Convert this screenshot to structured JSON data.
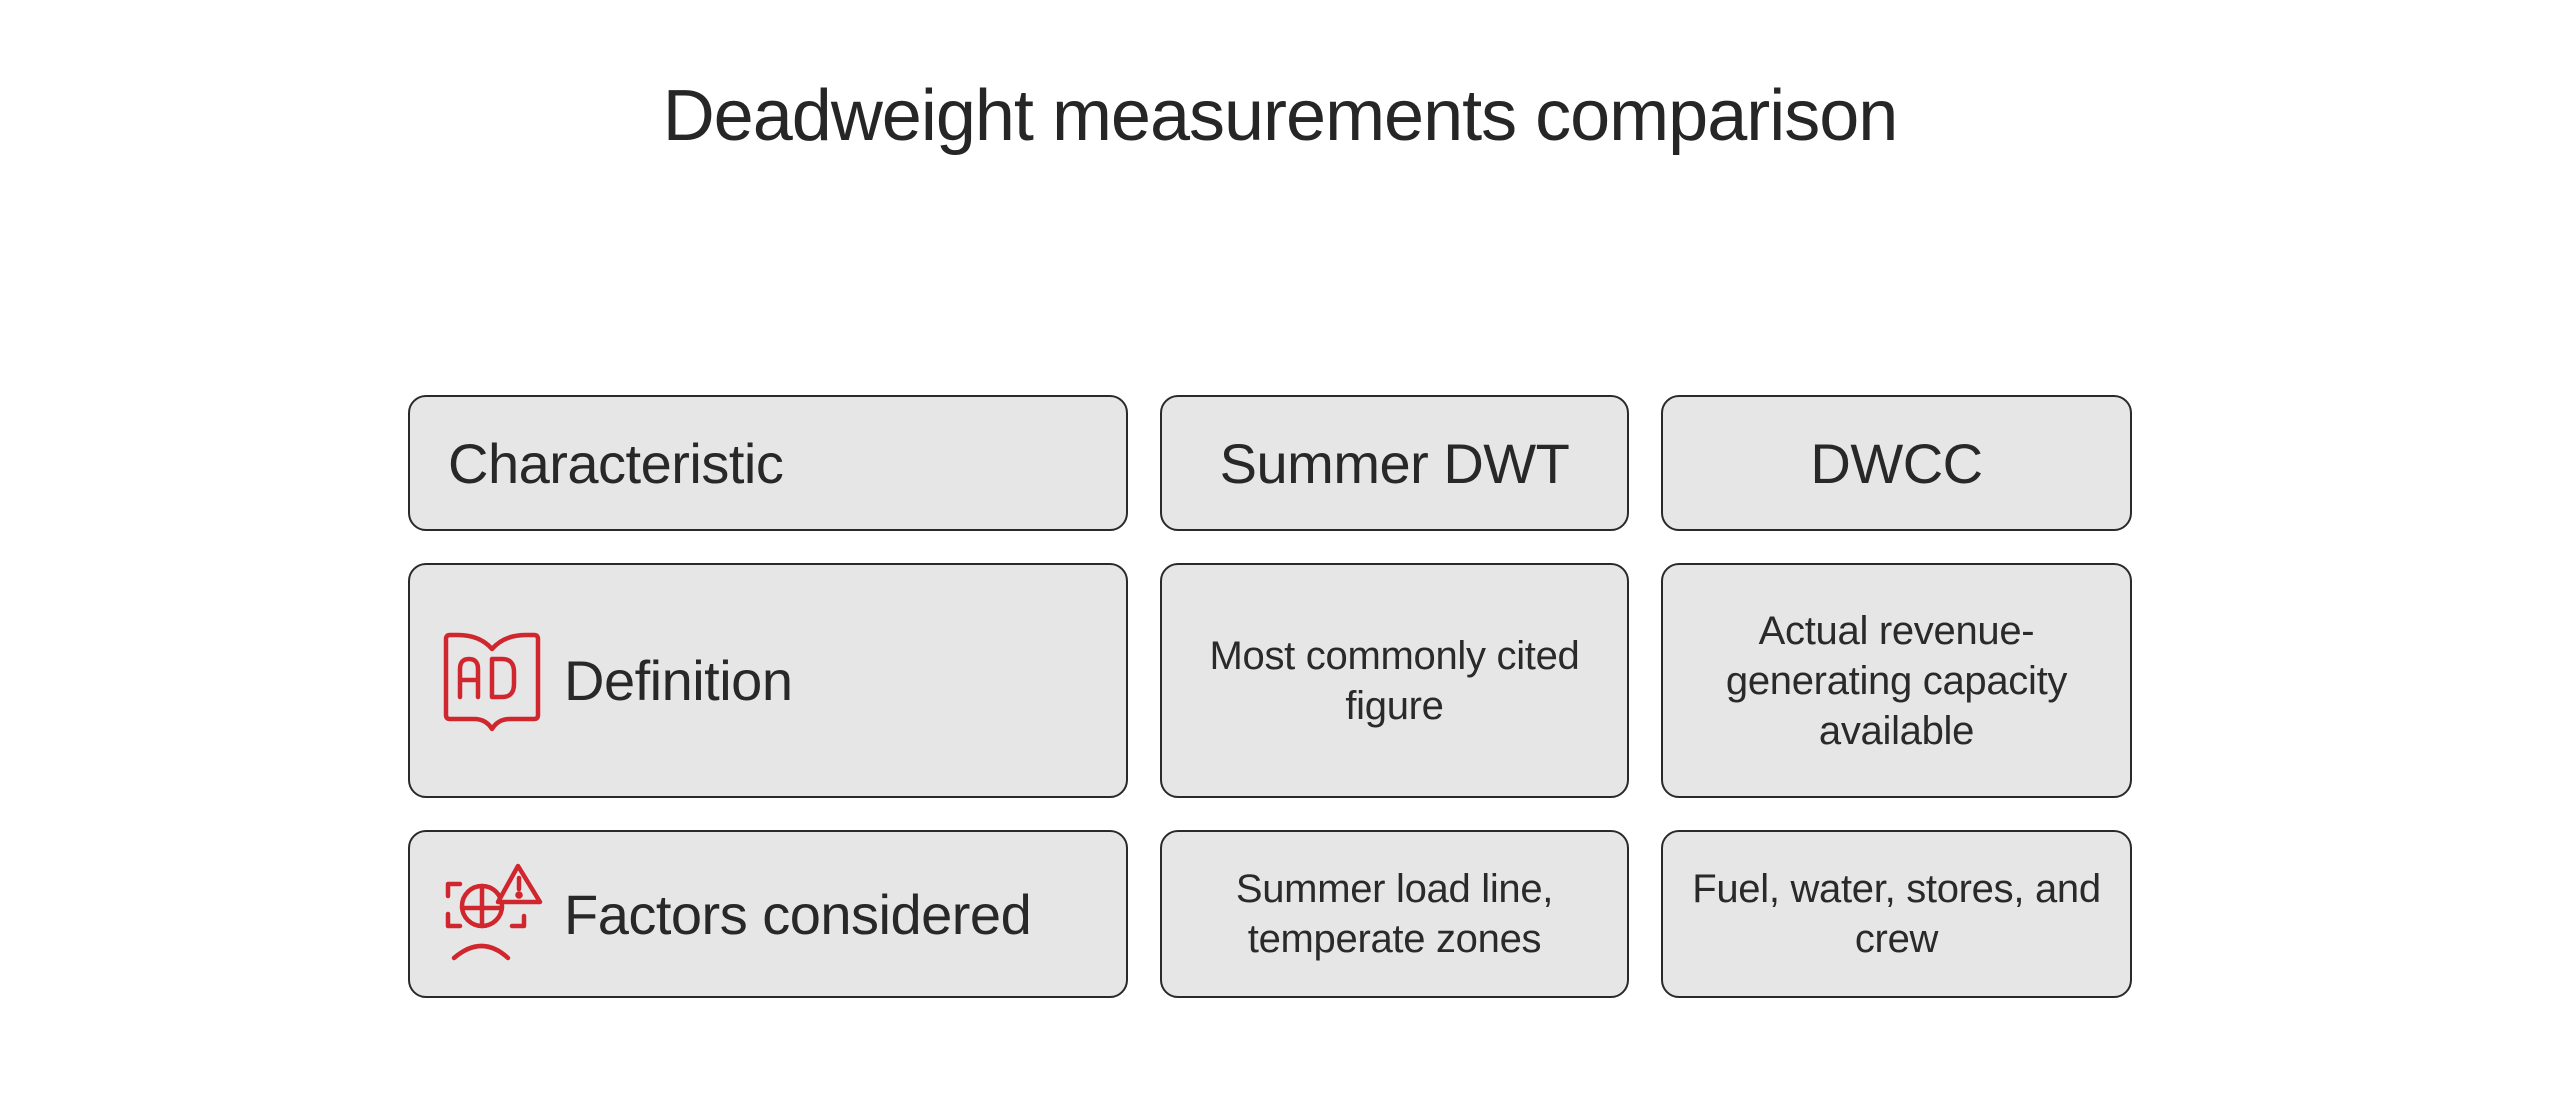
{
  "title": "Deadweight measurements comparison",
  "colors": {
    "icon_accent": "#d0262d",
    "cell_fill": "#e6e6e6",
    "cell_border": "#2a2a2a",
    "text": "#2b2b2b"
  },
  "table": {
    "headers": [
      "Characteristic",
      "Summer DWT",
      "DWCC"
    ],
    "rows": [
      {
        "label": "Definition",
        "icon": "book-ad-icon",
        "values": [
          "Most commonly cited figure",
          "Actual revenue-generating capacity available"
        ]
      },
      {
        "label": "Factors considered",
        "icon": "globe-warning-scan-icon",
        "values": [
          "Summer load line, temperate zones",
          "Fuel, water, stores, and crew"
        ]
      }
    ]
  }
}
